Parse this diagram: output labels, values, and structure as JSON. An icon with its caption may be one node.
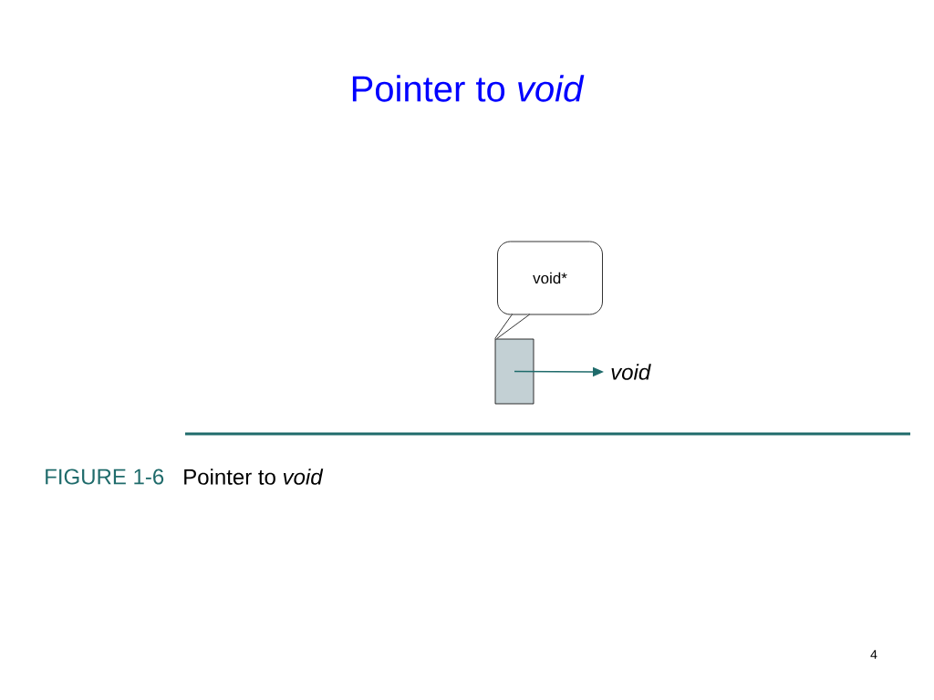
{
  "diagram": {
    "title": "Pointer to *void*",
    "caption": "Pointer to *void*",
    "nodes": [
      {
        "text": [
          "void*"
        ]
      },
      {
        "text": [],
        "shape": "box"
      },
      {
        "text": [
          "*void*"
        ]
      }
    ],
    "edges": [
      {
        "from": 0,
        "to": 1,
        "arrow": "none"
      },
      {
        "from": 1,
        "to": 2,
        "arrow": "to",
        "color": "#1f6b6b"
      }
    ],
    "labels": [
      "FIGURE 1-6",
      "4"
    ]
  }
}
